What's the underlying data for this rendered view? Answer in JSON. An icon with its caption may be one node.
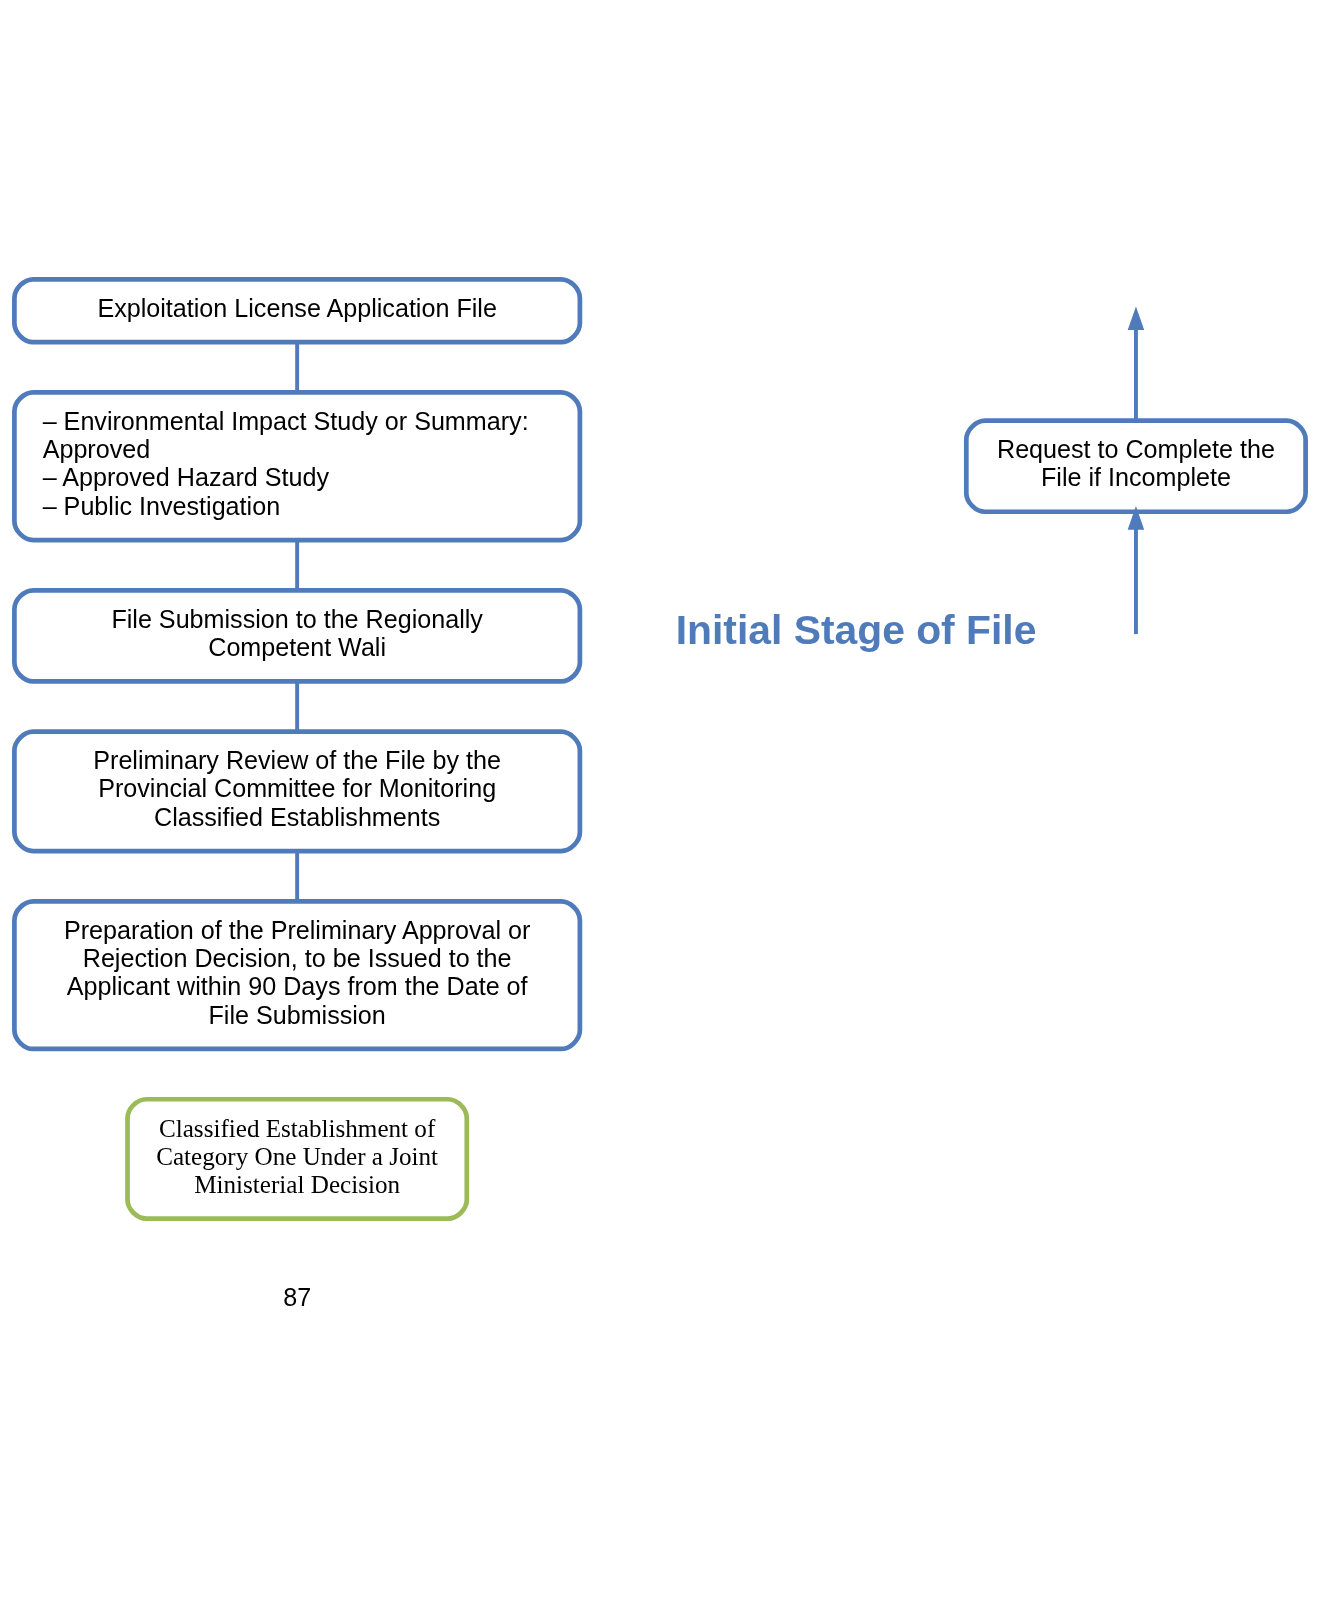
{
  "diagram": {
    "nodes": [
      {
        "text": [
          "Exploitation License Application File"
        ]
      },
      {
        "text": [
          "– Environmental Impact Study or Summary: Approved",
          "– Approved Hazard Study",
          "– Public Investigation"
        ]
      },
      {
        "text": [
          "File Submission to the Regionally Competent Wali"
        ]
      },
      {
        "text": [
          "Preliminary Review of the File by the Provincial Committee for Monitoring Classified Establishments"
        ]
      },
      {
        "text": [
          "Preparation of the Preliminary Approval or Rejection Decision, to be Issued to the Applicant within 90 Days from the Date of File Submission"
        ]
      },
      {
        "text": [
          "Request to Complete the File if Incomplete"
        ]
      },
      {
        "text": [
          "Classified Establishment of Category One Under a Joint Ministerial Decision"
        ]
      }
    ],
    "edges": [
      {
        "from": 0,
        "to": 1,
        "arrow": "none"
      },
      {
        "from": 1,
        "to": 2,
        "arrow": "none"
      },
      {
        "from": 2,
        "to": 3,
        "arrow": "none"
      },
      {
        "from": 3,
        "to": 4,
        "arrow": "none"
      },
      {
        "from": null,
        "to": 5,
        "arrow": "to"
      },
      {
        "from": 5,
        "to": null,
        "arrow": "to"
      }
    ],
    "labels": [
      "Initial Stage of File",
      "87"
    ]
  }
}
